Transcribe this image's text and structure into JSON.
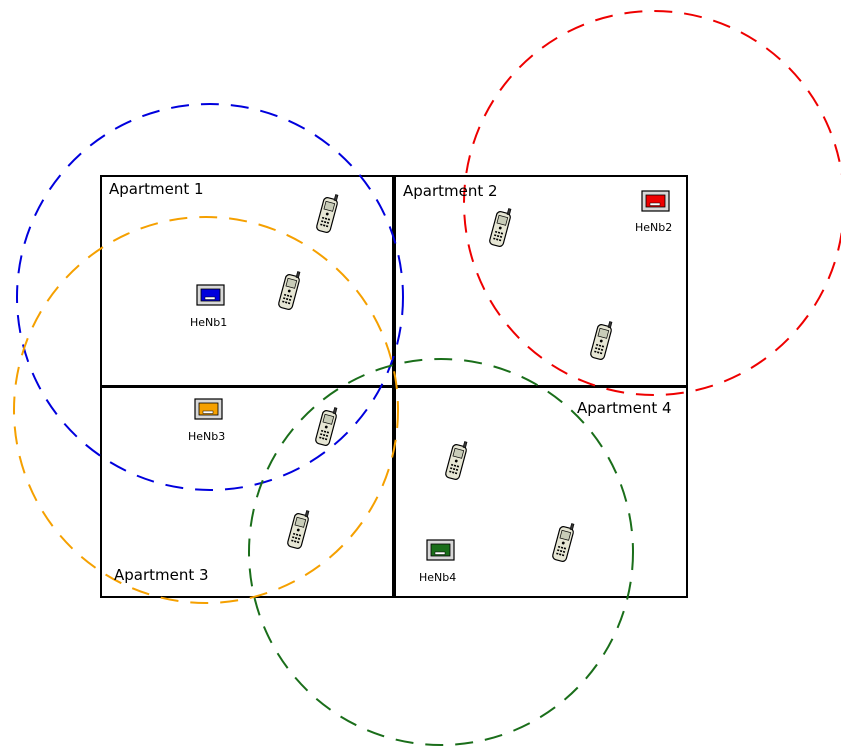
{
  "apartments": [
    {
      "label": "Apartment 1"
    },
    {
      "label": "Apartment 2"
    },
    {
      "label": "Apartment 3"
    },
    {
      "label": "Apartment 4"
    }
  ],
  "base_stations": [
    {
      "label": "HeNb1",
      "color": "#0000dd"
    },
    {
      "label": "HeNb2",
      "color": "#ee0000"
    },
    {
      "label": "HeNb3",
      "color": "#f5a000"
    },
    {
      "label": "HeNb4",
      "color": "#1a6e1a"
    }
  ],
  "coverage_colors": {
    "henb1": "#0000dd",
    "henb2": "#ee0000",
    "henb3": "#f5a000",
    "henb4": "#1a6e1a"
  },
  "user_equipment_count": 8,
  "icons": {
    "phone": "mobile-phone-icon",
    "base_station": "base-station-icon"
  }
}
